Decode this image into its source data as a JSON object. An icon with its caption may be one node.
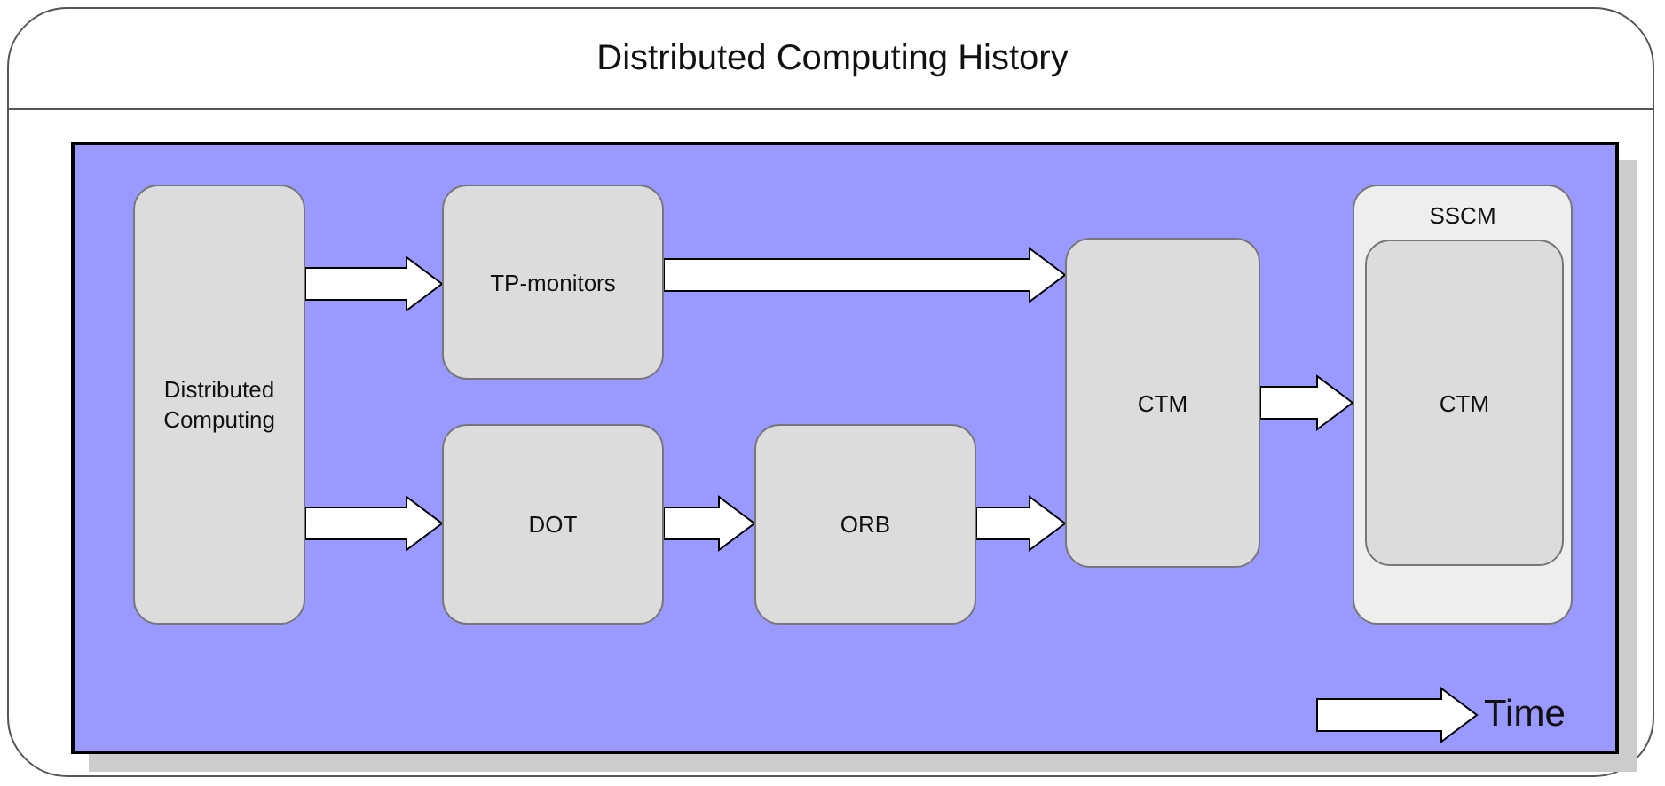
{
  "diagram": {
    "title": "Distributed Computing History",
    "nodes": [
      {
        "text": [
          "Distributed Computing"
        ]
      },
      {
        "text": [
          "TP-monitors"
        ]
      },
      {
        "text": [
          "DOT"
        ]
      },
      {
        "text": [
          "ORB"
        ]
      },
      {
        "text": [
          "CTM"
        ]
      },
      {
        "text": [
          "SSCM"
        ]
      },
      {
        "text": [
          "CTM"
        ],
        "in": 5
      }
    ],
    "edges": [
      {
        "from": 0,
        "to": 1,
        "arrow": "to"
      },
      {
        "from": 0,
        "to": 2,
        "arrow": "to"
      },
      {
        "from": 1,
        "to": 4,
        "arrow": "to"
      },
      {
        "from": 2,
        "to": 3,
        "arrow": "to"
      },
      {
        "from": 3,
        "to": 4,
        "arrow": "to"
      },
      {
        "from": 4,
        "to": 5,
        "arrow": "to"
      }
    ],
    "labels": [
      "Time"
    ]
  }
}
